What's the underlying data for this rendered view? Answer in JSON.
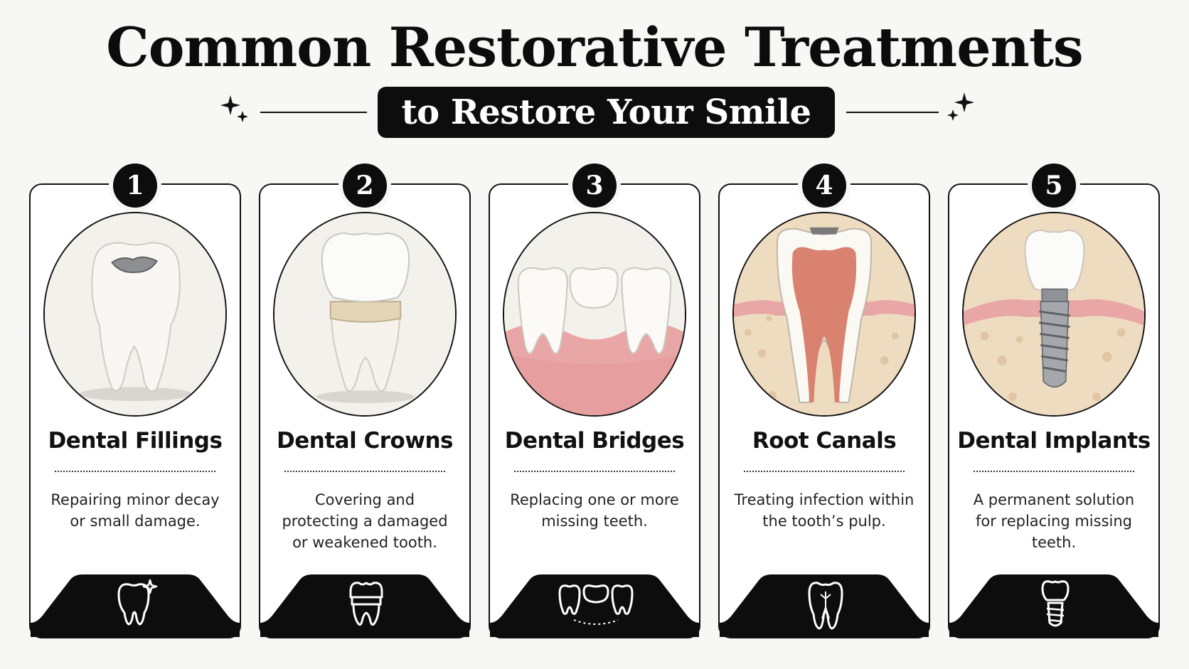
{
  "header": {
    "title": "Common Restorative Treatments",
    "subtitle": "to Restore Your Smile"
  },
  "cards": [
    {
      "number": "1",
      "title": "Dental Fillings",
      "description": "Repairing minor decay or small damage.",
      "icon": "tooth-sparkle-icon"
    },
    {
      "number": "2",
      "title": "Dental Crowns",
      "description": "Covering and protecting a damaged or weakened tooth.",
      "icon": "crown-icon"
    },
    {
      "number": "3",
      "title": "Dental Bridges",
      "description": "Replacing one or more missing teeth.",
      "icon": "bridge-icon"
    },
    {
      "number": "4",
      "title": "Root Canals",
      "description": "Treating infection within the tooth’s pulp.",
      "icon": "root-canal-icon"
    },
    {
      "number": "5",
      "title": "Dental Implants",
      "description": "A permanent solution for replacing missing teeth.",
      "icon": "implant-icon"
    }
  ],
  "colors": {
    "ink": "#0d0d0d",
    "gum": "#e9a6a6",
    "bone": "#e8d3b4",
    "enamel": "#f6f4ee"
  }
}
